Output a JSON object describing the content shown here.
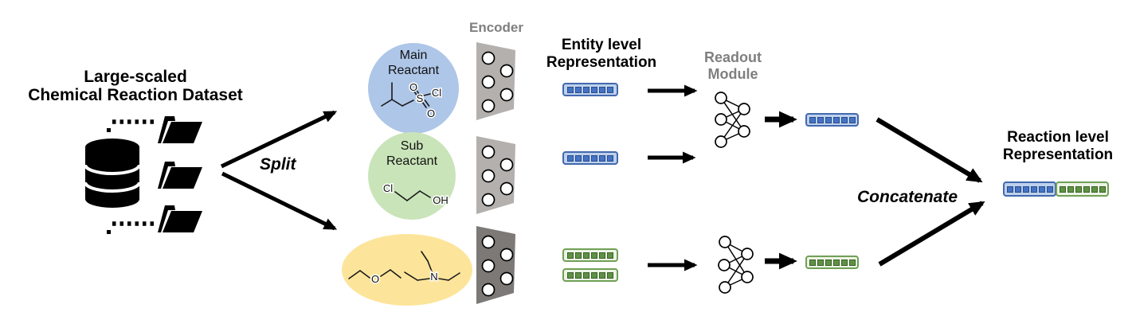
{
  "title": {
    "line1": "Large-scaled",
    "line2": "Chemical Reaction Dataset"
  },
  "split_label": "Split",
  "encoder_label": "Encoder",
  "entity_repr": {
    "line1": "Entity level",
    "line2": "Representation"
  },
  "readout": {
    "line1": "Readout",
    "line2": "Module"
  },
  "concatenate_label": "Concatenate",
  "reaction_repr": {
    "line1": "Reaction level",
    "line2": "Representation"
  },
  "entities": {
    "main": {
      "line1": "Main",
      "line2": "Reactant",
      "atoms": {
        "o_top": "O",
        "s": "S",
        "cl": "Cl",
        "o_bottom": "O"
      }
    },
    "sub": {
      "line1": "Sub",
      "line2": "Reactant",
      "atoms": {
        "cl": "Cl",
        "oh": "OH"
      }
    },
    "reagent": {
      "atoms": {
        "o": "O",
        "n": "N"
      }
    }
  },
  "vector": {
    "segments": 6
  },
  "colors": {
    "main_circle": "#aec6e8",
    "sub_circle": "#c9e4b9",
    "reagent_ellipse": "#fce59a",
    "encoder_fill": "#b3b0ae",
    "encoder_dark_fill": "#7c7977",
    "gray_label": "#7f7f7f",
    "blue_segment": "#4472c4",
    "blue_track": "#bdd1ec",
    "green_segment": "#5e9144",
    "green_track": "#ecf4e6",
    "arrow": "#000000"
  }
}
